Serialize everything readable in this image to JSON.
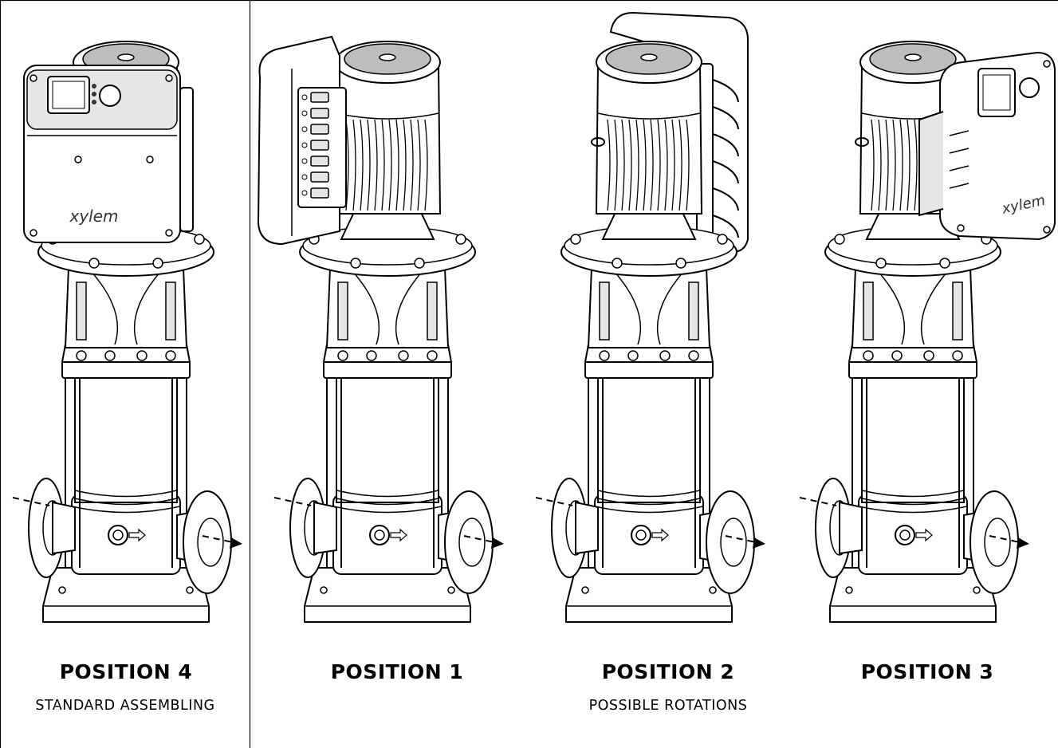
{
  "panels": [
    {
      "id": "position-4",
      "title": "POSITION 4",
      "subtitle": "STANDARD ASSEMBLING",
      "logo": "xylem",
      "box": "front"
    },
    {
      "id": "position-1",
      "title": "POSITION 1",
      "subtitle": "",
      "logo": "",
      "box": "left"
    },
    {
      "id": "position-2",
      "title": "POSITION 2",
      "subtitle": "POSSIBLE ROTATIONS",
      "logo": "",
      "box": "back"
    },
    {
      "id": "position-3",
      "title": "POSITION 3",
      "subtitle": "",
      "logo": "xylem",
      "box": "right"
    }
  ],
  "colors": {
    "line": "#000000",
    "fill": "#ffffff",
    "shade": "#e6e6e6",
    "dark": "#333333"
  },
  "icons": [
    "pump-icon",
    "flow-arrow-icon",
    "control-box-icon"
  ]
}
